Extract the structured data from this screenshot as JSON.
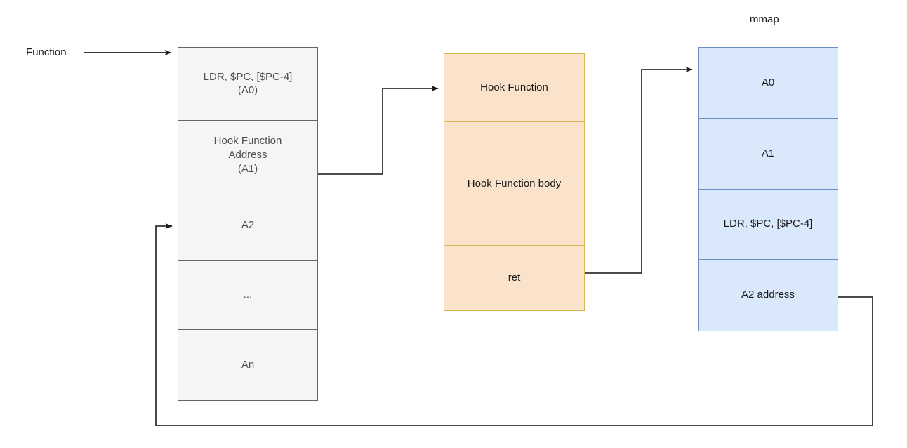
{
  "diagram": {
    "title_labels": {
      "function_label": "Function",
      "mmap_label": "mmap"
    },
    "columns": [
      {
        "name": "original-function",
        "fill": "#f5f5f5",
        "stroke": "#666666",
        "cells": [
          {
            "text": "LDR, $PC, [$PC-4]\n(A0)"
          },
          {
            "text": "Hook Function\nAddress\n(A1)"
          },
          {
            "text": "A2"
          },
          {
            "text": "..."
          },
          {
            "text": "An"
          }
        ]
      },
      {
        "name": "hook-function",
        "fill": "#fae3ca",
        "stroke": "#d6b656",
        "cells": [
          {
            "text": "Hook Function"
          },
          {
            "text": "Hook Function body"
          },
          {
            "text": "ret"
          }
        ]
      },
      {
        "name": "mmap-region",
        "fill": "#dae8fc",
        "stroke": "#6c8ebf",
        "cells": [
          {
            "text": "A0"
          },
          {
            "text": "A1"
          },
          {
            "text": "LDR, $PC, [$PC-4]"
          },
          {
            "text": "A2 address"
          }
        ]
      }
    ],
    "connectors": [
      {
        "name": "function-entry-arrow",
        "from": "Function label",
        "to": "original-function top cell"
      },
      {
        "name": "hook-address-to-hook-function",
        "from": "Hook Function Address (A1)",
        "to": "Hook Function"
      },
      {
        "name": "ret-to-mmap",
        "from": "ret",
        "to": "mmap A0"
      },
      {
        "name": "a2-address-return",
        "from": "A2 address",
        "to": "A2"
      }
    ]
  }
}
